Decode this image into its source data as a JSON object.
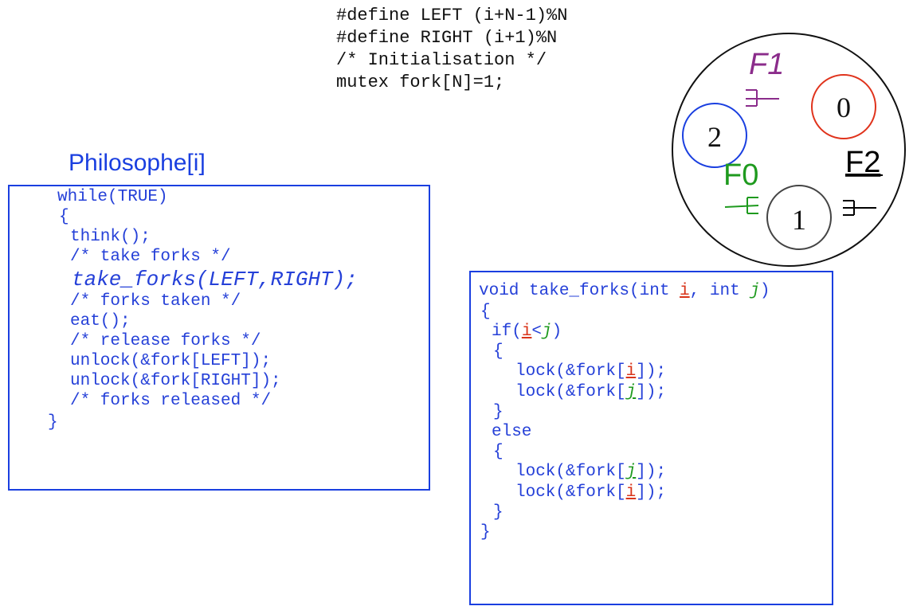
{
  "defines": [
    "#define LEFT (i+N-1)%N",
    "#define RIGHT (i+1)%N",
    "/* Initialisation */",
    "mutex fork[N]=1;"
  ],
  "philosopher": {
    "title": "Philosophe[i]",
    "lines": [
      "while(TRUE)",
      "{",
      "think();",
      "/* take forks */",
      "take_forks(LEFT,RIGHT);",
      "/* forks taken */",
      "eat();",
      "/* release forks */",
      "unlock(&fork[LEFT]);",
      "unlock(&fork[RIGHT]);",
      "/* forks released */",
      "}"
    ]
  },
  "take_forks": {
    "sig_prefix": "void take_forks(int ",
    "sig_i": "i",
    "sig_mid": ", int ",
    "sig_j": "j",
    "sig_end": ")",
    "open": "{",
    "if_prefix": "if(",
    "if_i": "i",
    "if_lt": "<",
    "if_j": "j",
    "if_end": ")",
    "inner_open": "{",
    "lock_prefix": "lock(&fork[",
    "lock_suffix": "]);",
    "i": "i",
    "j": "j",
    "inner_close": "}",
    "else": "else",
    "close": "}"
  },
  "diagram": {
    "philosophers": [
      {
        "label": "0",
        "color": "#e0331c"
      },
      {
        "label": "1",
        "color": "#444444"
      },
      {
        "label": "2",
        "color": "#1a3fe0"
      }
    ],
    "forks": [
      {
        "label": "F0",
        "color": "#1e9a1e"
      },
      {
        "label": "F1",
        "color": "#8b2c8b"
      },
      {
        "label": "F2",
        "color": "#000000"
      }
    ]
  }
}
